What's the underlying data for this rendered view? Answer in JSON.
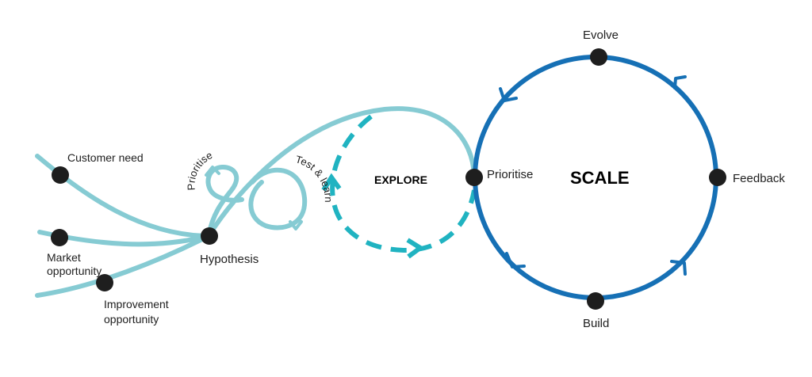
{
  "colors": {
    "light_teal": "#86cbd3",
    "dashed_teal": "#20b3c1",
    "dark_blue": "#1670b5",
    "node": "#1e1e1e",
    "text": "#1e1e1e"
  },
  "labels": {
    "customer_need": "Customer need",
    "market_opportunity_line1": "Market",
    "market_opportunity_line2": "opportunity",
    "improvement_opportunity_line1": "Improvement",
    "improvement_opportunity_line2": "opportunity",
    "hypothesis": "Hypothesis",
    "prioritise_loop": "Prioritise",
    "test_and_learn": "Test & learn",
    "explore": "EXPLORE",
    "prioritise_scale": "Prioritise",
    "scale": "SCALE",
    "evolve": "Evolve",
    "feedback": "Feedback",
    "build": "Build"
  }
}
